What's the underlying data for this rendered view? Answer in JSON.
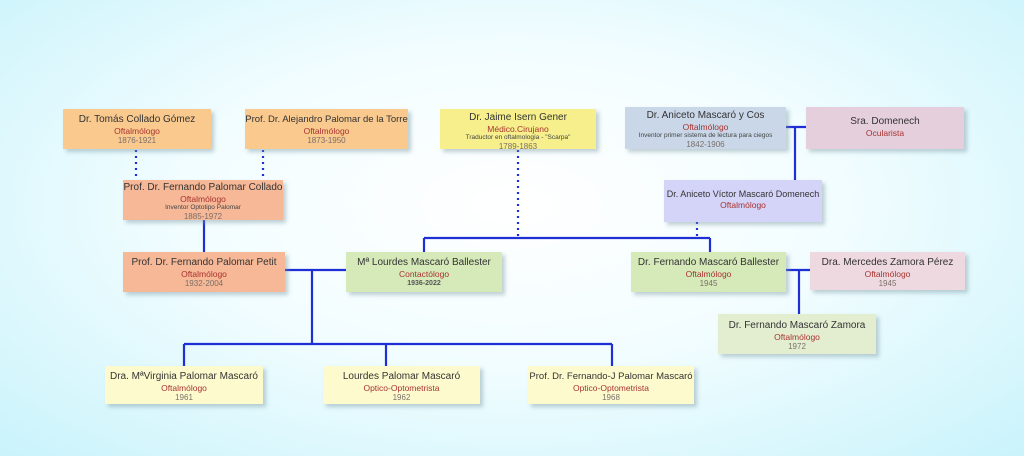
{
  "colors": {
    "line": "#1f2fd6",
    "role_text": "#a8322f"
  },
  "people": {
    "tomas": {
      "name": "Dr. Tomás Collado Gómez",
      "role": "Oftalmólogo",
      "years": "1876-1921"
    },
    "alejandro": {
      "name": "Prof. Dr. Alejandro Palomar de la Torre",
      "role": "Oftalmólogo",
      "years": "1873-1950"
    },
    "jaime": {
      "name": "Dr. Jaime Isern Gener",
      "role": "Médico.Cirujano",
      "note": "Traductor en oftalmología - \"Scarpa\"",
      "years": "1789-1863"
    },
    "aniceto": {
      "name": "Dr. Aniceto Mascaró y Cos",
      "role": "Oftalmólogo",
      "note": "Inventor primer sistema de lectura para ciegos",
      "years": "1842-1906"
    },
    "domenech": {
      "name": "Sra. Domenech",
      "role": "Ocularista"
    },
    "fernando_collado": {
      "name": "Prof. Dr. Fernando Palomar Collado",
      "role": "Oftalmólogo",
      "note": "Inventor Optotipo Palomar",
      "years": "1885-1972"
    },
    "aniceto_victor": {
      "name": "Dr. Aniceto Víctor Mascaró Domenech",
      "role": "Oftalmólogo"
    },
    "fernando_petit": {
      "name": "Prof. Dr. Fernando Palomar Petit",
      "role": "Oftalmólogo",
      "years": "1932-2004"
    },
    "lourdes_ballester": {
      "name": "Mª Lourdes Mascaró Ballester",
      "role": "Contactólogo",
      "years": "1936-2022"
    },
    "fernando_ballester": {
      "name": "Dr. Fernando Mascaró Ballester",
      "role": "Oftalmólogo",
      "years": "1945"
    },
    "mercedes": {
      "name": "Dra. Mercedes Zamora Pérez",
      "role": "Oftalmólogo",
      "years": "1945"
    },
    "fernando_zamora": {
      "name": "Dr. Fernando Mascaró Zamora",
      "role": "Oftalmólogo",
      "years": "1972"
    },
    "virginia": {
      "name": "Dra. MªVirginia Palomar Mascaró",
      "role": "Oftalmólogo",
      "years": "1961"
    },
    "lourdes_palomar": {
      "name": "Lourdes Palomar Mascaró",
      "role": "Optico-Optometrista",
      "years": "1962"
    },
    "fernando_j": {
      "name": "Prof. Dr. Fernando-J Palomar Mascaró",
      "role": "Optico-Optometrista",
      "years": "1968"
    }
  }
}
